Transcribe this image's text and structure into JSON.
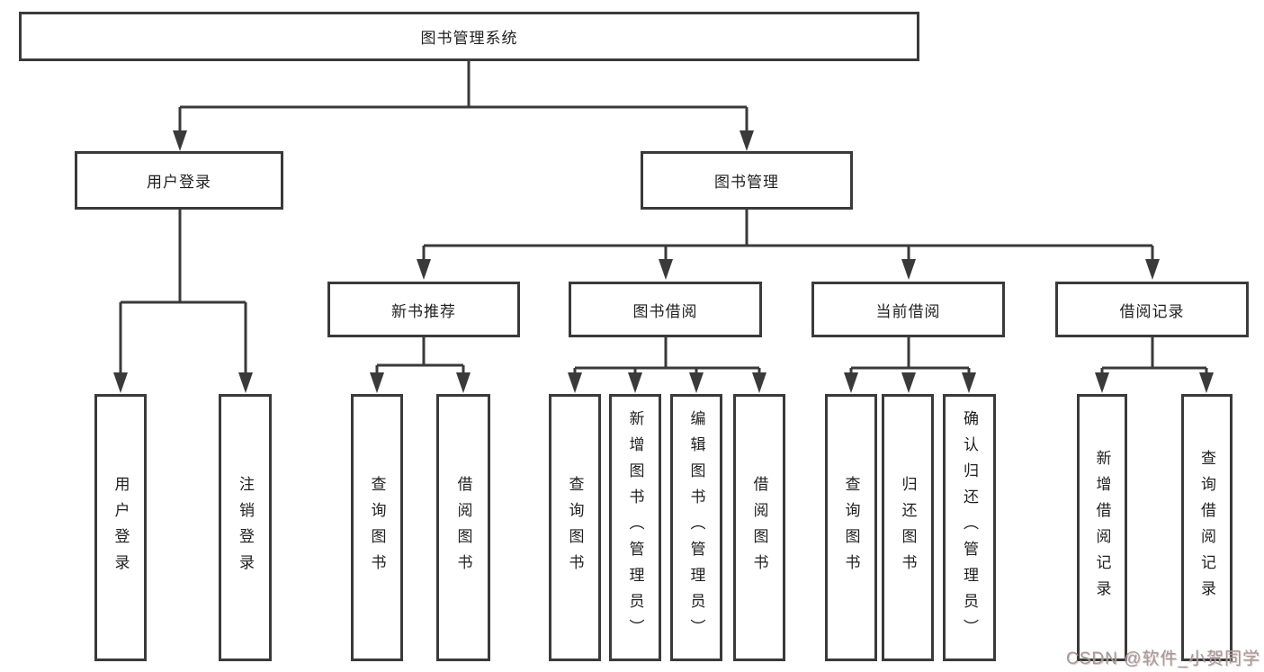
{
  "diagram": {
    "type": "hierarchy",
    "root": {
      "label": "图书管理系统",
      "children": [
        {
          "label": "用户登录",
          "children": [
            {
              "label": "用户登录"
            },
            {
              "label": "注销登录"
            }
          ]
        },
        {
          "label": "图书管理",
          "children": [
            {
              "label": "新书推荐",
              "children": [
                {
                  "label": "查询图书"
                },
                {
                  "label": "借阅图书"
                }
              ]
            },
            {
              "label": "图书借阅",
              "children": [
                {
                  "label": "查询图书"
                },
                {
                  "label": "新增图书（管理员）"
                },
                {
                  "label": "编辑图书（管理员）"
                },
                {
                  "label": "借阅图书"
                }
              ]
            },
            {
              "label": "当前借阅",
              "children": [
                {
                  "label": "查询图书"
                },
                {
                  "label": "归还图书"
                },
                {
                  "label": "确认归还（管理员）"
                }
              ]
            },
            {
              "label": "借阅记录",
              "children": [
                {
                  "label": "新增借阅记录"
                },
                {
                  "label": "查询借阅记录"
                }
              ]
            }
          ]
        }
      ]
    }
  },
  "watermark": {
    "text": "CSDN @软件_小贺同学"
  },
  "colors": {
    "line": "#3a3a3a",
    "text": "#1f1f1f",
    "background": "#ffffff",
    "watermark": "#9c9c9c"
  }
}
